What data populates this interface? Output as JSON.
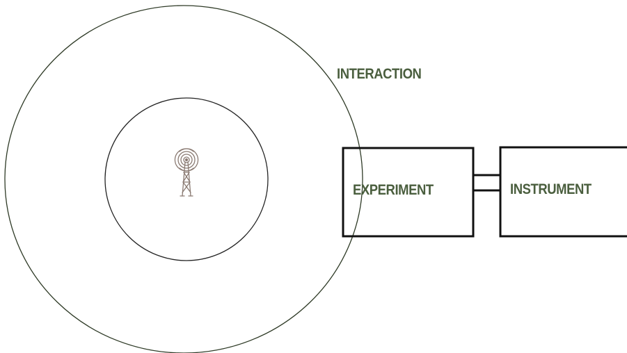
{
  "diagram": {
    "labels": {
      "interaction": "INTERACTION",
      "experiment": "EXPERIMENT",
      "instrument": "INSTRUMENT"
    },
    "icons": {
      "center": "radio-tower-icon"
    },
    "colors": {
      "label_text": "#4a5e3e",
      "outer_circle_stroke": "#2e3a26",
      "inner_circle_stroke": "#222222",
      "box_stroke": "#111111",
      "tower_icon": "#8a7a72"
    }
  }
}
